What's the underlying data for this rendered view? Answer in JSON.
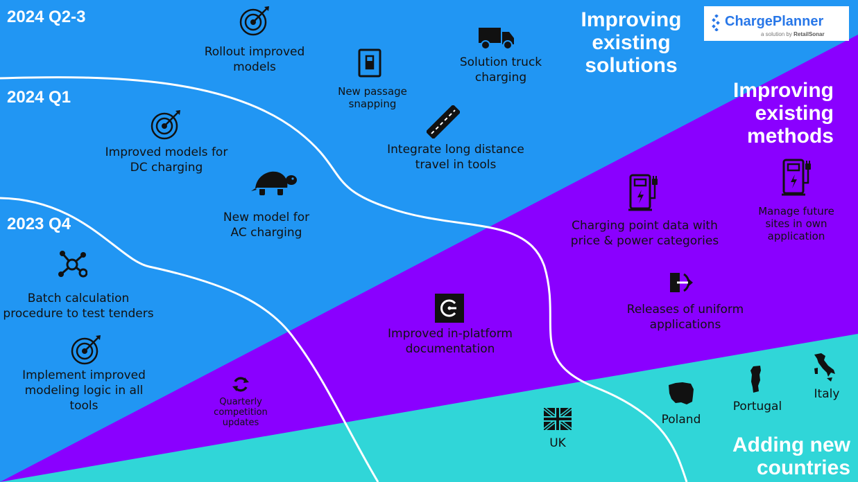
{
  "logo": {
    "name": "ChargePlanner",
    "tagline_prefix": "a solution by",
    "tagline_brand": "RetailSonar"
  },
  "periods": {
    "q2_3": "2024 Q2-3",
    "q1": "2024 Q1",
    "q4": "2023 Q4"
  },
  "zones": {
    "solutions": "Improving existing solutions",
    "methods": "Improving existing methods",
    "countries": "Adding new countries"
  },
  "items": {
    "rollout": "Rollout improved models",
    "passage": "New passage snapping",
    "truck": "Solution truck charging",
    "longdistance": "Integrate long distance travel in tools",
    "dc": "Improved models for DC charging",
    "ac": "New model for AC charging",
    "batch": "Batch calculation procedure to test tenders",
    "implement": "Implement improved modeling logic in all tools",
    "quarterly": "Quarterly competition updates",
    "documentation": "Improved in-platform documentation",
    "chargingpoint": "Charging point data with price & power categories",
    "futuresites": "Manage future sites in own application",
    "releases": "Releases of uniform applications"
  },
  "countries": {
    "uk": "UK",
    "poland": "Poland",
    "portugal": "Portugal",
    "italy": "Italy"
  },
  "colors": {
    "blue": "#2196f3",
    "purple": "#8a00ff",
    "cyan": "#30d6d8",
    "white": "#ffffff",
    "brand": "#2877e8"
  },
  "icons": {
    "target": "target-icon",
    "switch": "switch-icon",
    "truck": "truck-icon",
    "road": "road-icon",
    "turtle": "turtle-icon",
    "network": "network-icon",
    "refresh": "refresh-icon",
    "doc": "documentation-logo-icon",
    "charger": "ev-charger-icon",
    "export": "export-icon",
    "uk_flag": "uk-flag-icon",
    "poland_map": "poland-map-icon",
    "portugal_map": "portugal-map-icon",
    "italy_map": "italy-map-icon"
  }
}
